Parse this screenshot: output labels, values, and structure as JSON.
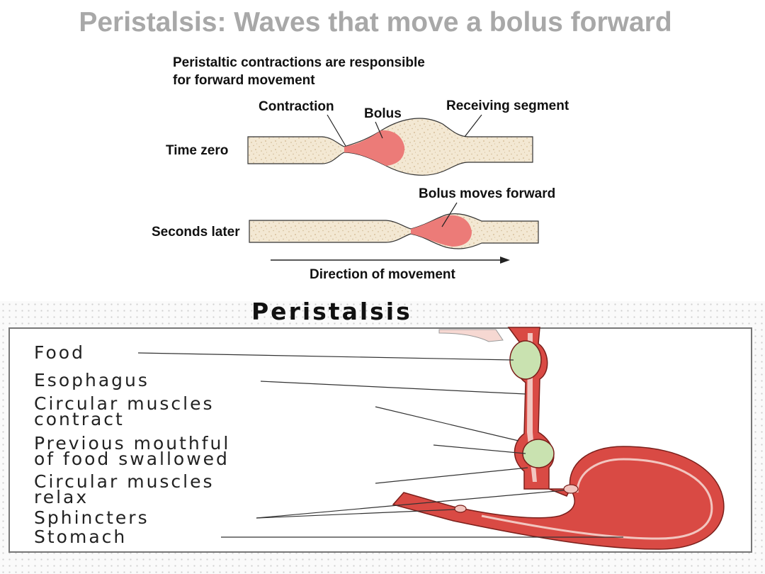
{
  "title": "Peristalsis: Waves that move a bolus forward",
  "intro": {
    "line1": "Peristaltic contractions are responsible",
    "line2": "for forward movement"
  },
  "top_diagram": {
    "label_contraction": "Contraction",
    "label_bolus": "Bolus",
    "label_receiving": "Receiving segment",
    "label_time_zero": "Time zero",
    "label_bolus_forward": "Bolus moves forward",
    "label_seconds_later": "Seconds later",
    "label_direction": "Direction of movement",
    "colors": {
      "tube_fill": "#f3e8d3",
      "tube_speckle": "#d8c19c",
      "bolus": "#ec7b78",
      "outline": "#333333"
    }
  },
  "bottom_diagram": {
    "title": "Peristalsis",
    "labels": {
      "food": "Food",
      "esophagus": "Esophagus",
      "circ_contract_1": "Circular muscles",
      "circ_contract_2": "contract",
      "previous_1": "Previous mouthful",
      "previous_2": "of food swallowed",
      "circ_relax_1": "Circular muscles",
      "circ_relax_2": "relax",
      "sphincters": "Sphincters",
      "stomach": "Stomach"
    },
    "colors": {
      "muscle": "#d94a44",
      "lining": "#f2c6c0",
      "food": "#c9e2b0",
      "leader": "#333333"
    }
  }
}
